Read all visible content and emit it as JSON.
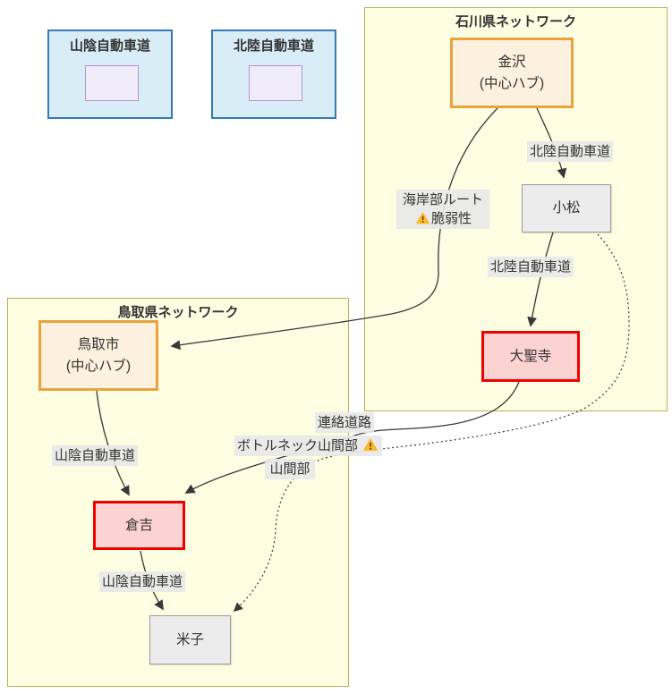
{
  "legend": {
    "items": [
      {
        "label": "山陰自動車道"
      },
      {
        "label": "北陸自動車道"
      }
    ]
  },
  "subgraphs": {
    "ishikawa": {
      "title": "石川県ネットワーク"
    },
    "tottori": {
      "title": "鳥取県ネットワーク"
    }
  },
  "nodes": {
    "kanazawa": {
      "line1": "金沢",
      "line2": "(中心ハブ)",
      "type": "hub"
    },
    "komatsu": {
      "label": "小松",
      "type": "normal"
    },
    "daishoji": {
      "label": "大聖寺",
      "type": "critical"
    },
    "tottori_city": {
      "line1": "鳥取市",
      "line2": "(中心ハブ)",
      "type": "hub"
    },
    "kurayoshi": {
      "label": "倉吉",
      "type": "critical"
    },
    "yonago": {
      "label": "米子",
      "type": "normal"
    }
  },
  "edge_labels": {
    "hokuriku_1": "北陸自動車道",
    "hokuriku_2": "北陸自動車道",
    "kaigan_line1": "海岸部ルート",
    "kaigan_line2": "脆弱性",
    "renraku": "連絡道路",
    "bottleneck": "ボトルネック山間部",
    "sankanbu": "山間部",
    "sanin_1": "山陰自動車道",
    "sanin_2": "山陰自動車道"
  },
  "edges": [
    {
      "from": "金沢",
      "to": "小松",
      "label": "北陸自動車道",
      "style": "solid"
    },
    {
      "from": "小松",
      "to": "大聖寺",
      "label": "北陸自動車道",
      "style": "solid"
    },
    {
      "from": "金沢",
      "to": "鳥取市",
      "label": "海岸部ルート ⚠脆弱性",
      "style": "solid"
    },
    {
      "from": "大聖寺",
      "to": "倉吉",
      "label": "連絡道路 ボトルネック",
      "style": "solid"
    },
    {
      "from": "鳥取市",
      "to": "倉吉",
      "label": "山陰自動車道",
      "style": "solid"
    },
    {
      "from": "倉吉",
      "to": "米子",
      "label": "山陰自動車道",
      "style": "solid"
    },
    {
      "from": "小松",
      "to": "米子",
      "label": "山間部 ⚠ 山間部",
      "style": "dotted"
    }
  ],
  "colors": {
    "background": "#ffffff",
    "subgraph_fill": "#fdfde1",
    "subgraph_border": "#b3b35c",
    "legend_fill": "#d9edf7",
    "legend_border": "#3579b8",
    "legend_mini_fill": "#f1ecfa",
    "legend_mini_border": "#af93d2",
    "hub_fill": "#fcf0de",
    "hub_border": "#e8a33d",
    "normal_fill": "#ececec",
    "normal_border": "#9a9a9a",
    "critical_fill": "#fcd2d2",
    "critical_border": "#ee0000",
    "edge_stroke": "#383838",
    "label_bg": "#e8e8e8",
    "warning_yellow": "#fcb92c"
  }
}
